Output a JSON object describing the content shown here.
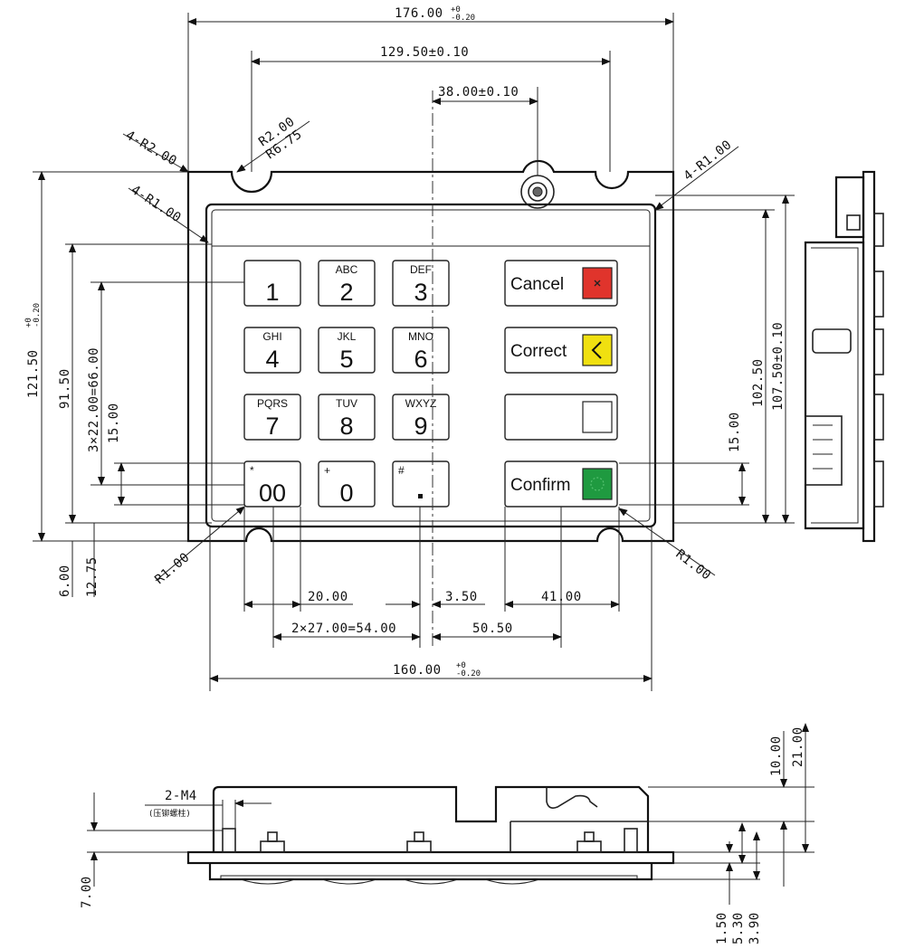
{
  "dimensions": {
    "overall_width": "176.00",
    "overall_width_tol": "+0\n-0.20",
    "hole_spacing": "129.50±0.10",
    "screw_offset": "38.00±0.10",
    "corner_r200": "4-R2.00",
    "notch_r200": "R2.00",
    "notch_r675": "R6.75",
    "corner_r100_left": "4-R1.00",
    "corner_r100_right": "4-R1.00",
    "overall_height": "121.50",
    "height_9150": "91.50",
    "key_pitch_v": "3×22.00=66.00",
    "key_h_left": "15.00",
    "dim_600": "6.00",
    "dim_1275": "12.75",
    "r100_bl": "R1.00",
    "r100_br": "R1.00",
    "dim_2000": "20.00",
    "dim_350": "3.50",
    "dim_4100": "41.00",
    "key_pitch_h": "2×27.00=54.00",
    "dim_5050": "50.50",
    "body_width": "160.00",
    "height_10250": "102.50",
    "height_10750": "107.50±0.10",
    "key_h_right": "15.00",
    "m4_label": "2-M4",
    "m4_note": "(压铆螺柱)",
    "dim_700": "7.00",
    "dim_1000": "10.00",
    "dim_2100": "21.00",
    "dim_150": "1.50",
    "dim_530": "5.30",
    "dim_390": "3.90"
  },
  "keypad": {
    "keys": [
      {
        "main": "1",
        "sub": ""
      },
      {
        "main": "2",
        "sub": "ABC"
      },
      {
        "main": "3",
        "sub": "DEF"
      },
      {
        "main": "4",
        "sub": "GHI"
      },
      {
        "main": "5",
        "sub": "JKL"
      },
      {
        "main": "6",
        "sub": "MNO"
      },
      {
        "main": "7",
        "sub": "PQRS"
      },
      {
        "main": "8",
        "sub": "TUV"
      },
      {
        "main": "9",
        "sub": "WXYZ"
      },
      {
        "main": "00",
        "sub": "*"
      },
      {
        "main": "0",
        "sub": "+"
      },
      {
        "main": ".",
        "sub": "#"
      }
    ],
    "function_keys": [
      {
        "label": "Cancel",
        "color": "#e0342c",
        "icon": "x-icon"
      },
      {
        "label": "Correct",
        "color": "#f0e010",
        "icon": "chevron-left-icon"
      },
      {
        "label": "",
        "color": "#ffffff",
        "icon": "blank-square-icon"
      },
      {
        "label": "Confirm",
        "color": "#1f9a40",
        "icon": "circle-icon"
      }
    ]
  }
}
